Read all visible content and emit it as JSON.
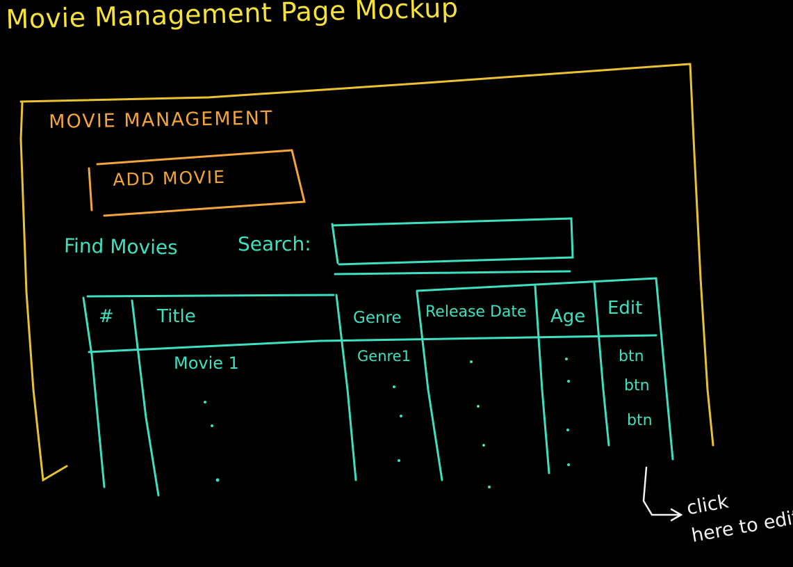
{
  "page_title": "Movie Management Page Mockup",
  "app": {
    "heading": "MOVIE MANAGEMENT",
    "add_button_label": "ADD MOVIE",
    "find_label": "Find Movies",
    "search_label": "Search:",
    "search_value": ""
  },
  "table": {
    "headers": [
      "#",
      "Title",
      "Genre",
      "Release Date",
      "Age",
      "Edit"
    ],
    "first_row": {
      "title": "Movie 1",
      "genre": "Genre1"
    },
    "edit_buttons": [
      "btn",
      "btn",
      "btn"
    ]
  },
  "annotation": "click\nhere to edit",
  "colors": {
    "title_yellow": "#F5E13A",
    "frame_yellow": "#E9C232",
    "orange": "#F2A53A",
    "teal": "#3FE0C0",
    "note_white": "#F2F2F2",
    "background": "#000000"
  }
}
